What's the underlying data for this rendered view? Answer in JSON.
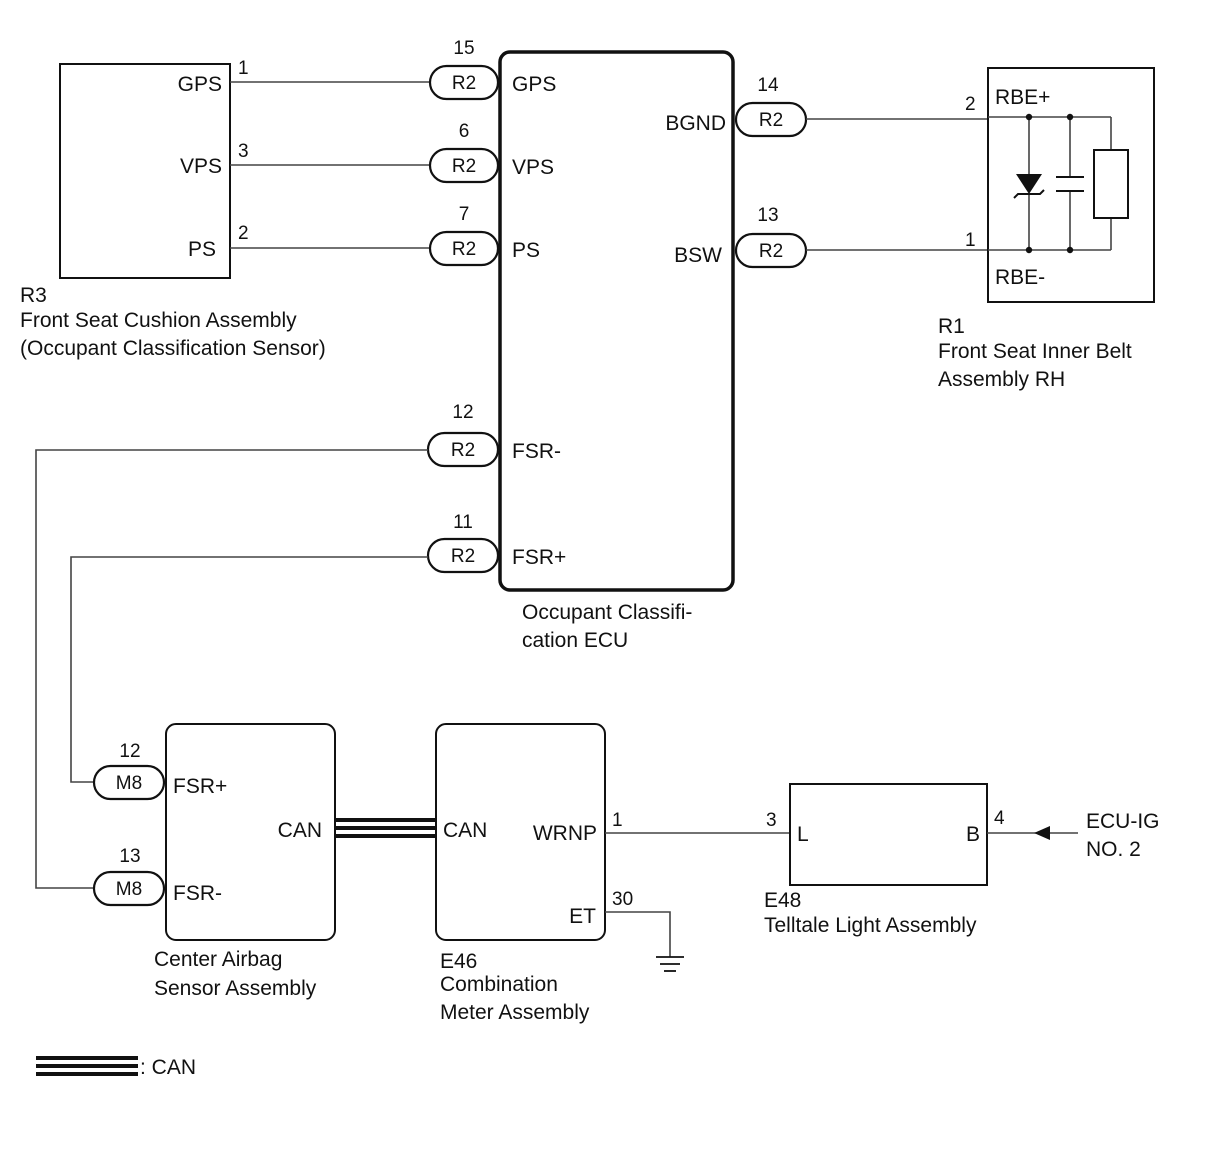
{
  "components": {
    "r3": {
      "code": "R3",
      "name_line1": "Front Seat Cushion Assembly",
      "name_line2": "(Occupant Classification Sensor)",
      "pins": {
        "gps": "GPS",
        "vps": "VPS",
        "ps": "PS"
      },
      "pin_numbers": {
        "gps": "1",
        "vps": "3",
        "ps": "2"
      }
    },
    "ecu": {
      "name_line1": "Occupant Classifi-",
      "name_line2": "cation ECU",
      "pins": {
        "gps": "GPS",
        "vps": "VPS",
        "ps": "PS",
        "fsr_minus": "FSR-",
        "fsr_plus": "FSR+",
        "bgnd": "BGND",
        "bsw": "BSW"
      },
      "pin_numbers": {
        "gps": "15",
        "vps": "6",
        "ps": "7",
        "fsr_minus": "12",
        "fsr_plus": "11",
        "bgnd": "14",
        "bsw": "13"
      },
      "connector": "R2"
    },
    "r1": {
      "code": "R1",
      "name_line1": "Front Seat Inner Belt",
      "name_line2": "Assembly RH",
      "pins": {
        "rbe_plus": "RBE+",
        "rbe_minus": "RBE-"
      },
      "pin_numbers": {
        "rbe_plus": "2",
        "rbe_minus": "1"
      }
    },
    "airbag": {
      "name_line1": "Center Airbag",
      "name_line2": "Sensor Assembly",
      "pins": {
        "fsr_plus": "FSR+",
        "fsr_minus": "FSR-",
        "can": "CAN"
      },
      "pin_numbers": {
        "fsr_plus": "12",
        "fsr_minus": "13"
      },
      "connector": "M8"
    },
    "e46": {
      "code": "E46",
      "name_line1": "Combination",
      "name_line2": "Meter Assembly",
      "pins": {
        "can": "CAN",
        "wrnp": "WRNP",
        "et": "ET"
      },
      "pin_numbers": {
        "wrnp": "1",
        "et": "30"
      }
    },
    "e48": {
      "code": "E48",
      "name": "Telltale Light Assembly",
      "pins": {
        "l": "L",
        "b": "B"
      },
      "pin_numbers": {
        "l": "3",
        "b": "4"
      }
    },
    "power": {
      "line1": "ECU-IG",
      "line2": "NO. 2"
    }
  },
  "legend": {
    "can_label": ": CAN"
  }
}
